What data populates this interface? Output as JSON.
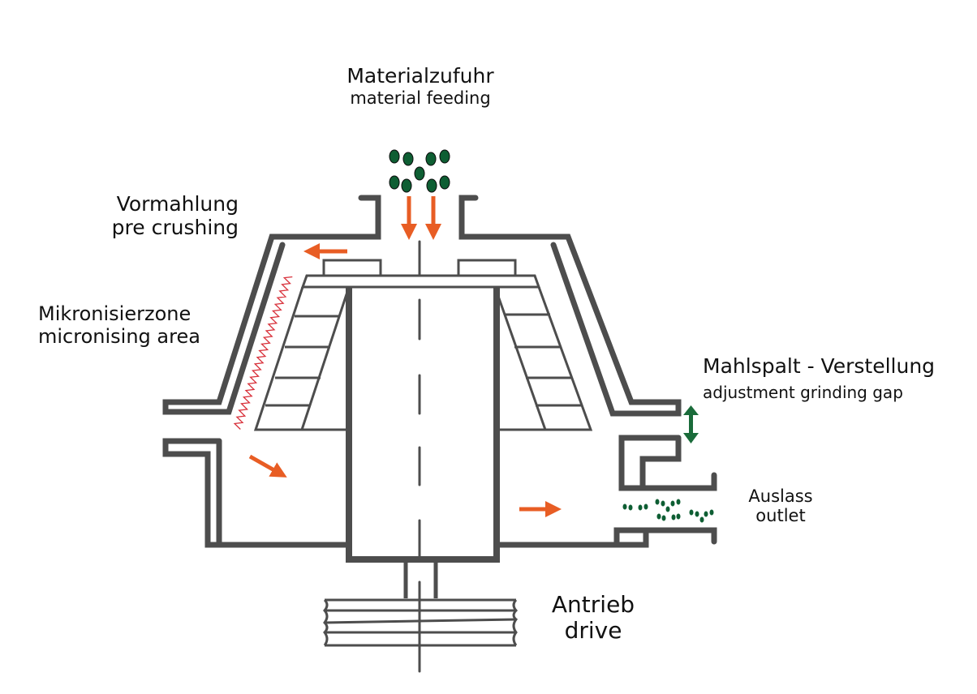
{
  "title": "Micronising mill schematic",
  "colors": {
    "machine": "#4d4d4d",
    "flow_arrow": "#e85d24",
    "particle": "#0e5e33",
    "adjust_arrow": "#1a6b3a",
    "micronising_zone": "#d8303a",
    "text": "#111111"
  },
  "labels": {
    "feeding": {
      "de": "Materialzufuhr",
      "en": "material feeding"
    },
    "pre_crushing": {
      "de": "Vormahlung",
      "en": "pre crushing"
    },
    "micronising": {
      "de": "Mikronisierzone",
      "en": "micronising area"
    },
    "gap": {
      "de": "Mahlspalt - Verstellung",
      "en": "adjustment grinding gap"
    },
    "outlet": {
      "de": "Auslass",
      "en": "outlet"
    },
    "drive": {
      "de": "Antrieb",
      "en": "drive"
    }
  },
  "icons": {
    "flow": "flow-arrow-icon",
    "particles": "material-particle-icon",
    "gap_adjust": "double-arrow-icon"
  }
}
